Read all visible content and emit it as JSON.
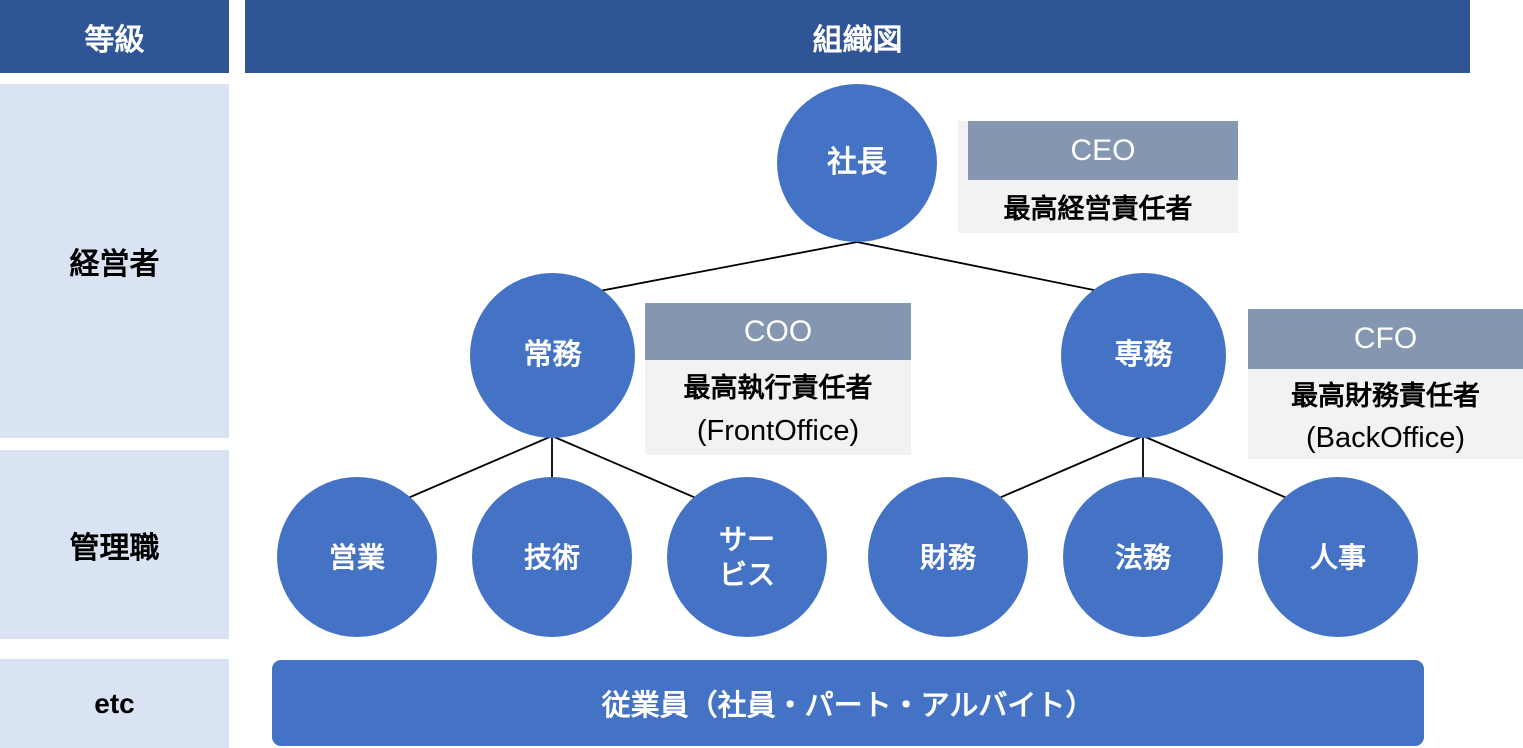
{
  "colors": {
    "header_blue": "#2F5597",
    "node_blue": "#4472C4",
    "row_light_blue": "#DAE3F3",
    "label_gray": "#8496B0",
    "label_body_gray": "#F2F2F2"
  },
  "grade_column": {
    "header": "等級",
    "rows": [
      {
        "label": "経営者"
      },
      {
        "label": "管理職"
      },
      {
        "label": "etc"
      }
    ]
  },
  "org_chart": {
    "header": "組織図",
    "nodes": {
      "president": "社長",
      "managing_director": "常務",
      "senior_managing_director": "専務",
      "sales": "営業",
      "engineering": "技術",
      "service": "サー\nビス",
      "finance": "財務",
      "legal": "法務",
      "hr": "人事"
    },
    "role_labels": {
      "ceo": {
        "title": "CEO",
        "description": "最高経営責任者"
      },
      "coo": {
        "title": "COO",
        "description": "最高執行責任者",
        "sub": "(FrontOffice)"
      },
      "cfo": {
        "title": "CFO",
        "description": "最高財務責任者",
        "sub": "(BackOffice)"
      }
    },
    "employee_bar": "従業員（社員・パート・アルバイト）"
  }
}
